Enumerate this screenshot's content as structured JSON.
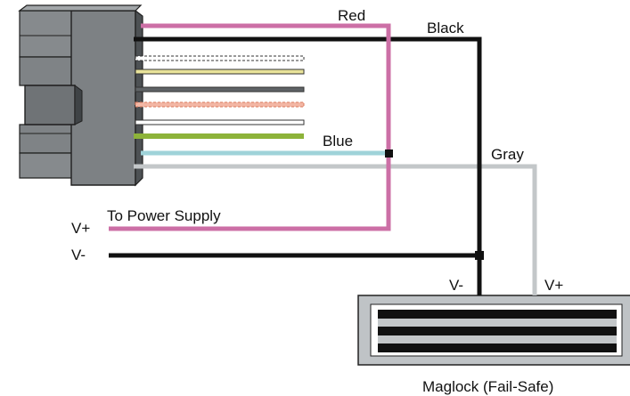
{
  "labels": {
    "red": "Red",
    "black": "Black",
    "blue": "Blue",
    "gray": "Gray",
    "v_plus_supply": "V+",
    "to_power_supply": "To Power Supply",
    "v_minus_supply": "V-",
    "v_minus_lock": "V-",
    "v_plus_lock": "V+",
    "maglock": "Maglock (Fail-Safe)"
  },
  "colors": {
    "red_wire": "#cc6fa6",
    "black_wire": "#111111",
    "blue_wire": "#9fd3d9",
    "gray_wire": "#c3c7c9",
    "green_wire": "#8db33a",
    "connector_body": "#7d8184",
    "connector_shadow": "#4d5154"
  }
}
